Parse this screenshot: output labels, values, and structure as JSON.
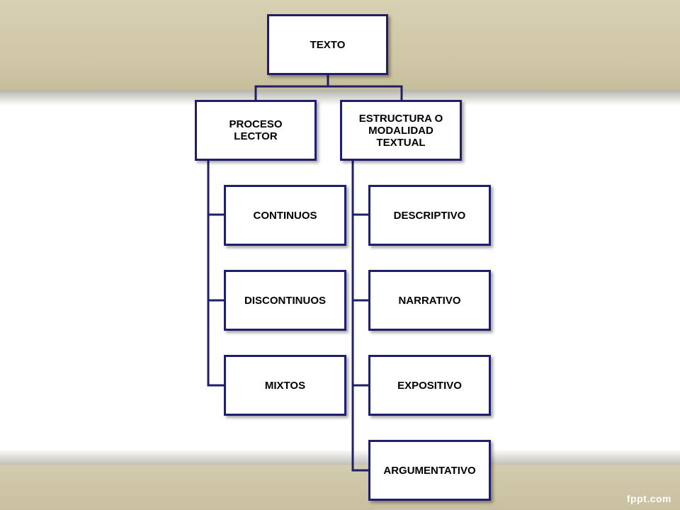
{
  "root": {
    "label": "TEXTO"
  },
  "branches": [
    {
      "label": "PROCESO\nLECTOR",
      "children": [
        "CONTINUOS",
        "DISCONTINUOS",
        "MIXTOS"
      ]
    },
    {
      "label": "ESTRUCTURA O\nMODALIDAD\nTEXTUAL",
      "children": [
        "DESCRIPTIVO",
        "NARRATIVO",
        "EXPOSITIVO",
        "ARGUMENTATIVO"
      ]
    }
  ],
  "watermark": "fppt.com",
  "colors": {
    "border": "#1f1f6b",
    "band": "#cfc6a6",
    "background": "#ffffff"
  }
}
